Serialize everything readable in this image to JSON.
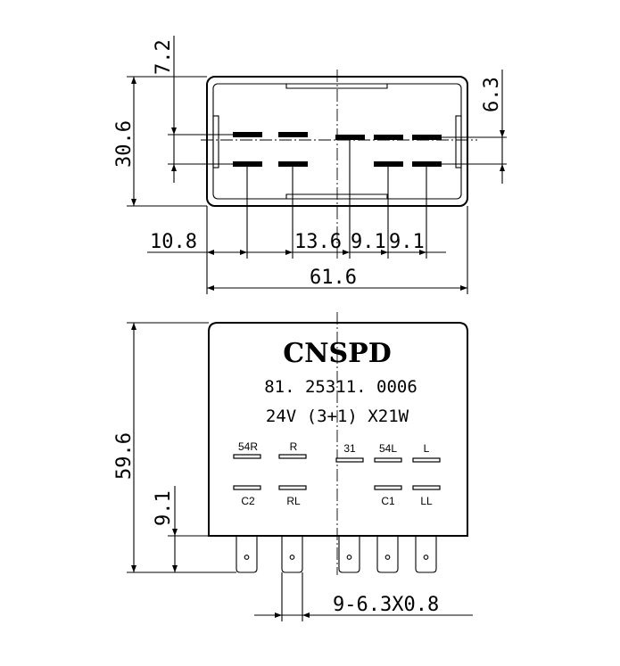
{
  "top_view": {
    "dims": {
      "d_7_2": "7.2",
      "d_30_6": "30.6",
      "d_6_3": "6.3",
      "d_10_8": "10.8",
      "d_13_6": "13.6",
      "d_9_1_a": "9.1",
      "d_9_1_b": "9.1",
      "d_61_6": "61.6"
    }
  },
  "front_view": {
    "brand": "CNSPD",
    "part_number": "81. 25311. 0006",
    "spec": "24V  (3+1) X21W",
    "pin_labels_top": [
      "54R",
      "R",
      "31",
      "54L",
      "L"
    ],
    "pin_labels_bottom": [
      "C2",
      "RL",
      "C1",
      "LL"
    ],
    "dims": {
      "d_59_6": "59.6",
      "d_9_1": "9.1",
      "terminals": "9-6.3X0.8"
    }
  }
}
